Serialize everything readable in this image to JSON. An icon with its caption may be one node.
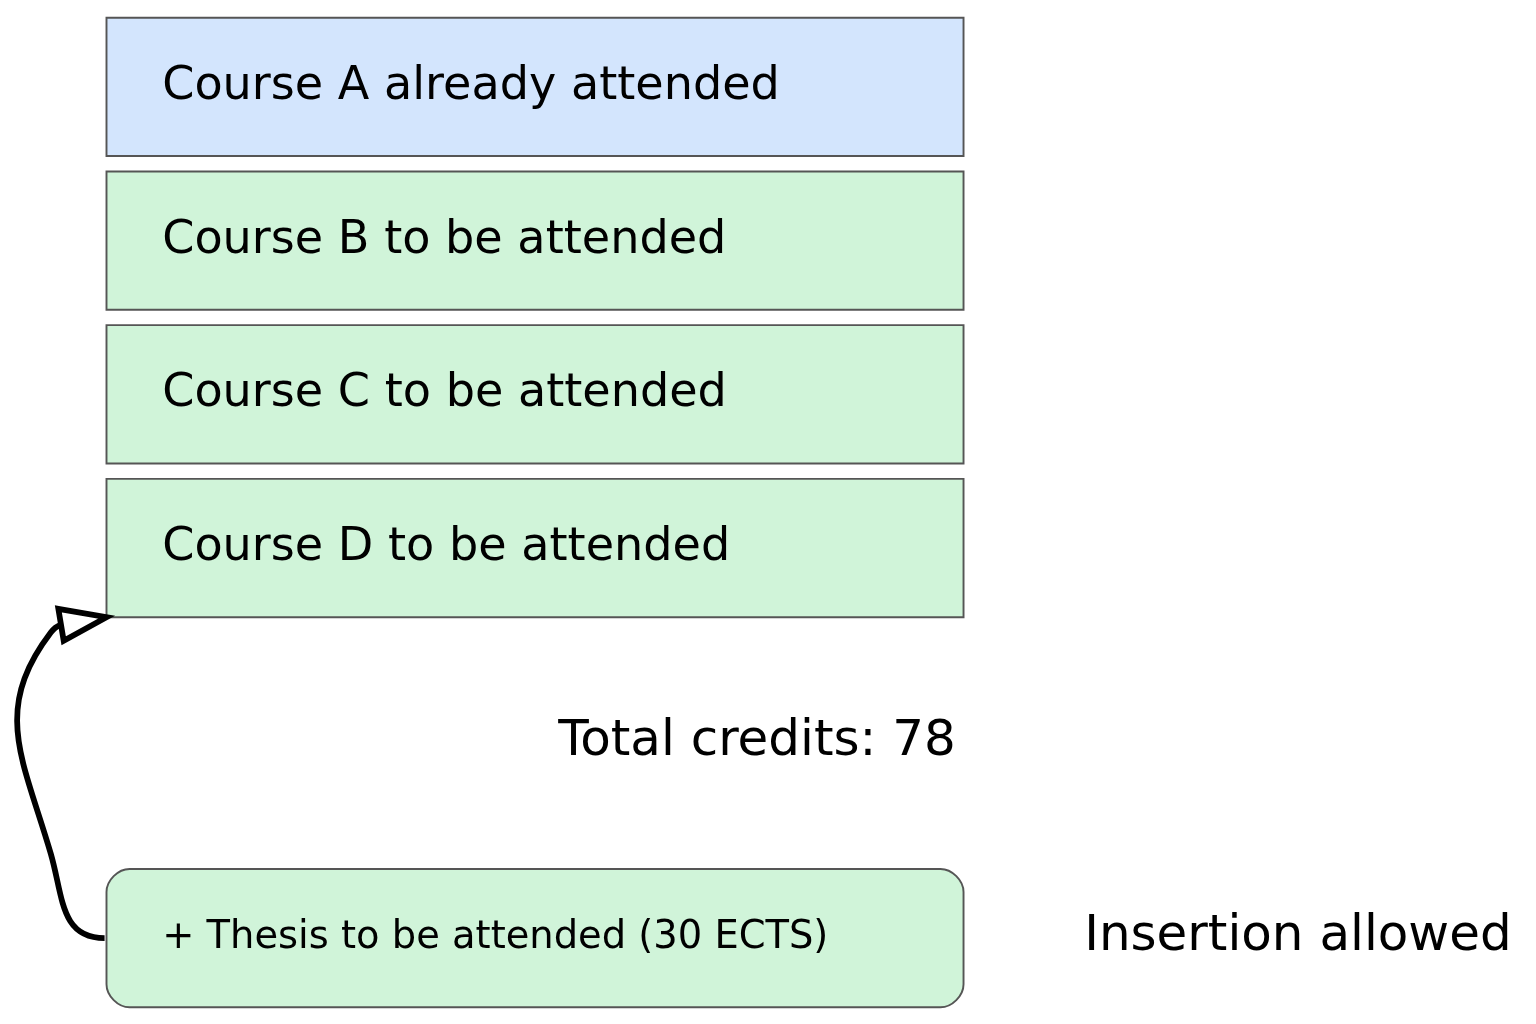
{
  "diagram": {
    "nodes": [
      {
        "text": [
          "Course A already attended"
        ]
      },
      {
        "text": [
          "Course B to be attended"
        ]
      },
      {
        "text": [
          "Course C to be attended"
        ]
      },
      {
        "text": [
          "Course D to be attended"
        ]
      },
      {
        "text": [
          "+ Thesis to be attended (30 ECTS)"
        ]
      }
    ],
    "edges": [
      {
        "from": 4,
        "to": 3,
        "arrow": "to"
      }
    ],
    "labels": [
      "Total credits: 78",
      "Insertion allowed"
    ]
  }
}
